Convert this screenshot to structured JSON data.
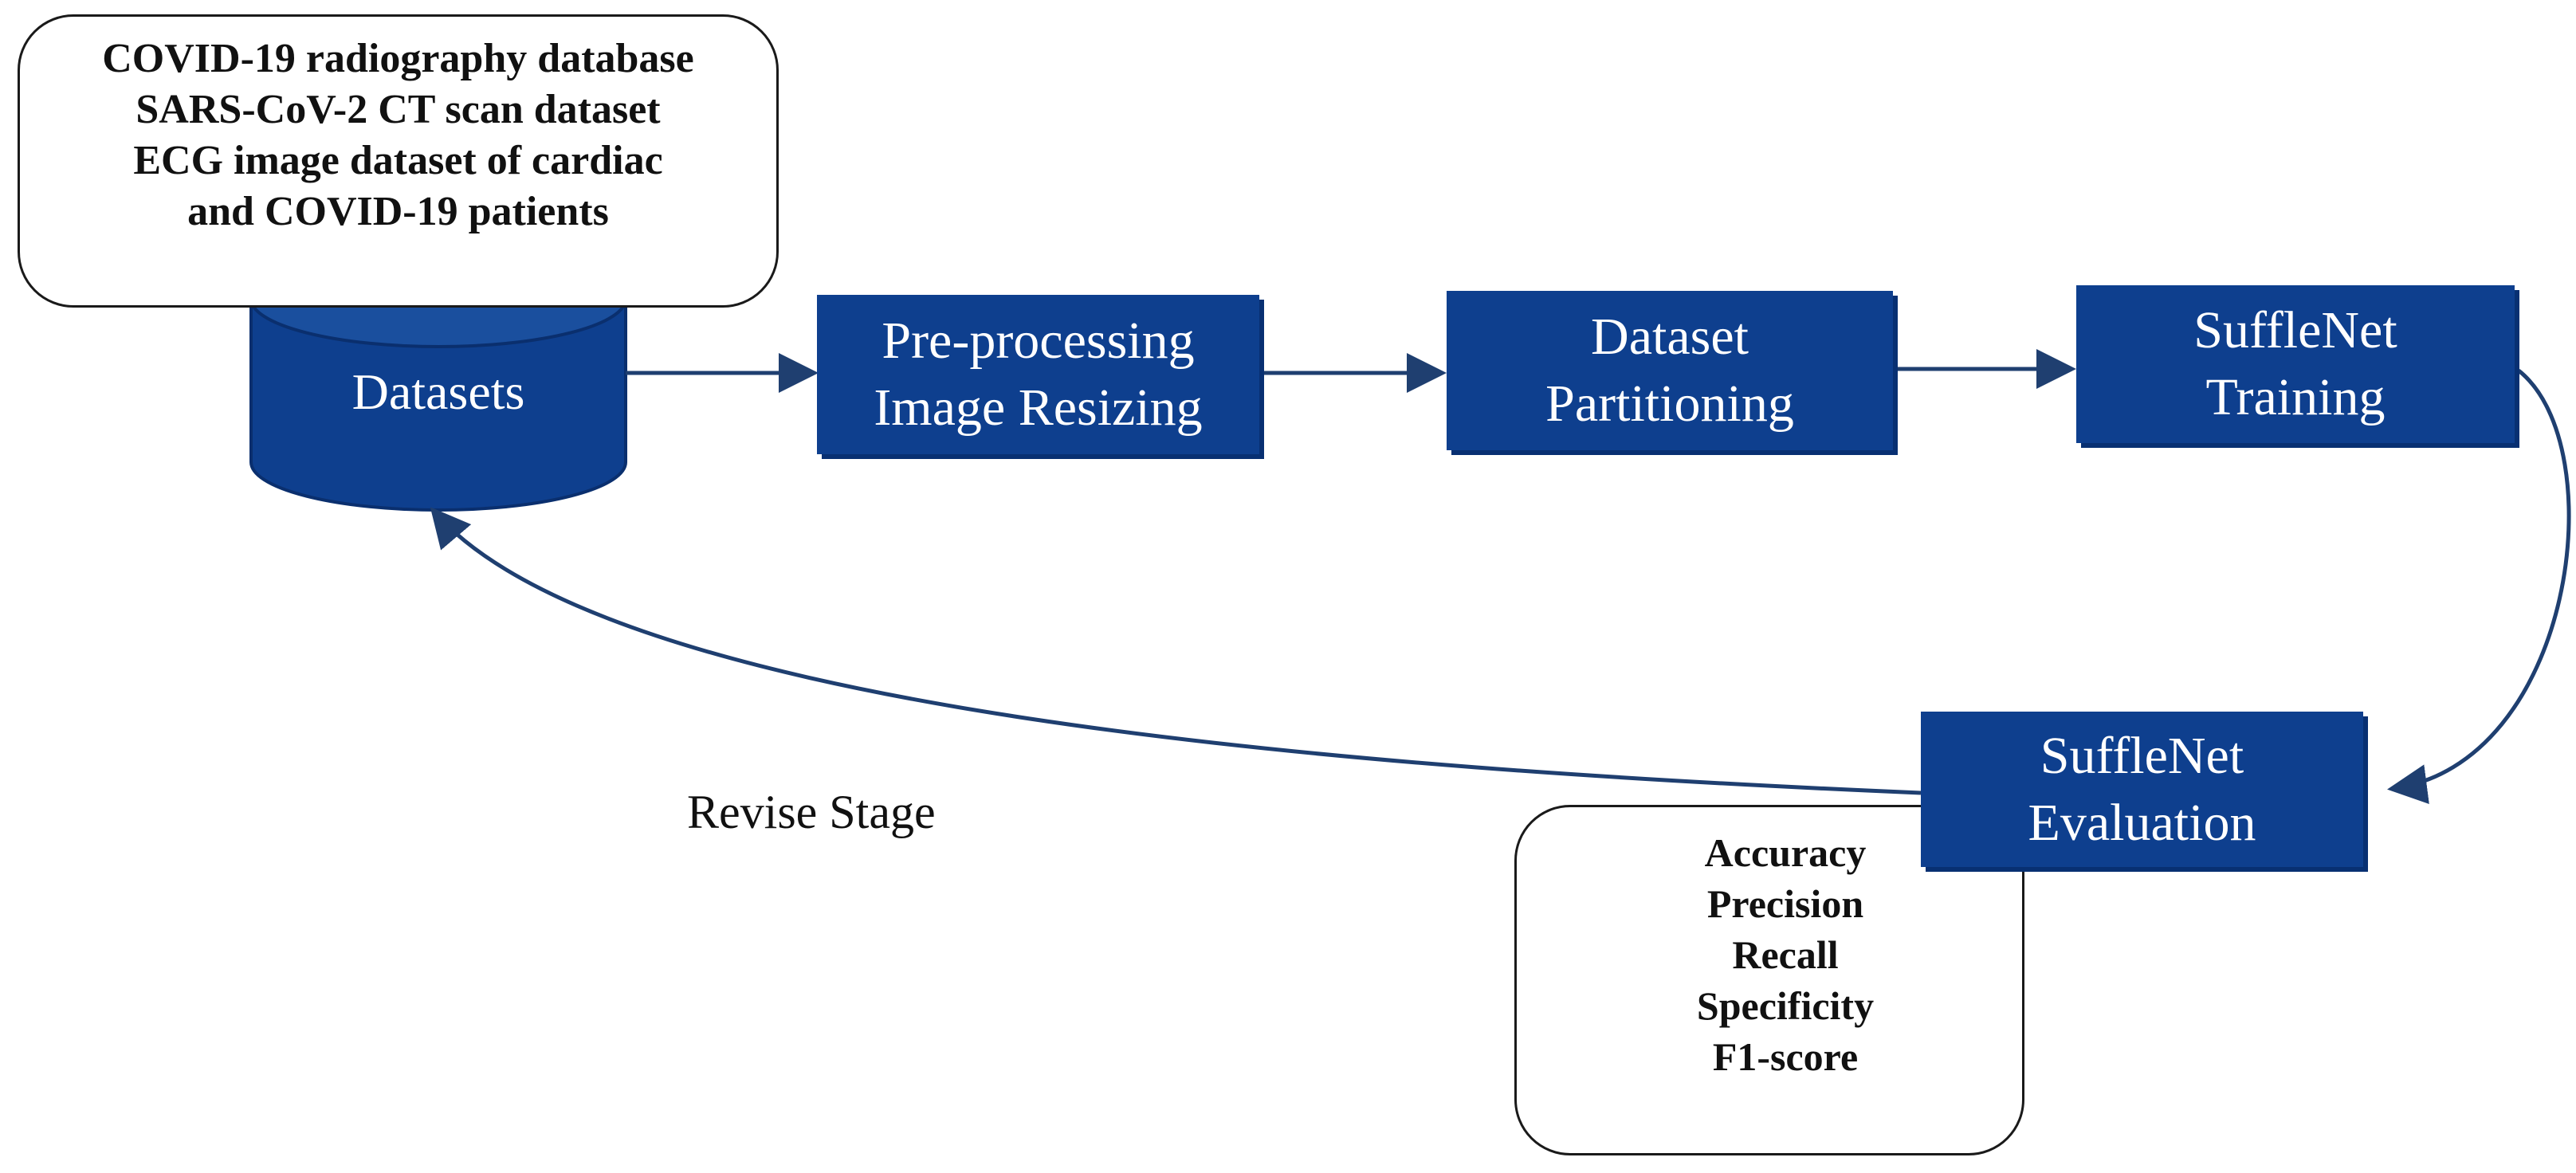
{
  "datasets_note": {
    "lines": [
      "COVID-19 radiography database",
      "SARS-CoV-2  CT scan dataset",
      "ECG image dataset of cardiac",
      "and COVID-19 patients"
    ]
  },
  "datasets_store": {
    "label": "Datasets"
  },
  "steps": [
    {
      "lines": [
        "Pre-processing",
        "Image  Resizing"
      ]
    },
    {
      "lines": [
        "Dataset",
        "Partitioning"
      ]
    },
    {
      "lines": [
        "SuffleNet",
        "Training"
      ]
    },
    {
      "lines": [
        "SuffleNet",
        "Evaluation"
      ]
    }
  ],
  "metrics_note": {
    "lines": [
      "Accuracy",
      "Precision",
      "Recall",
      "Specificity",
      "F1-score"
    ]
  },
  "feedback": {
    "label": "Revise Stage"
  },
  "colors": {
    "box_fill": "#0e3f8e",
    "arrow": "#1f3f70",
    "text_on_box": "#ffffff"
  }
}
